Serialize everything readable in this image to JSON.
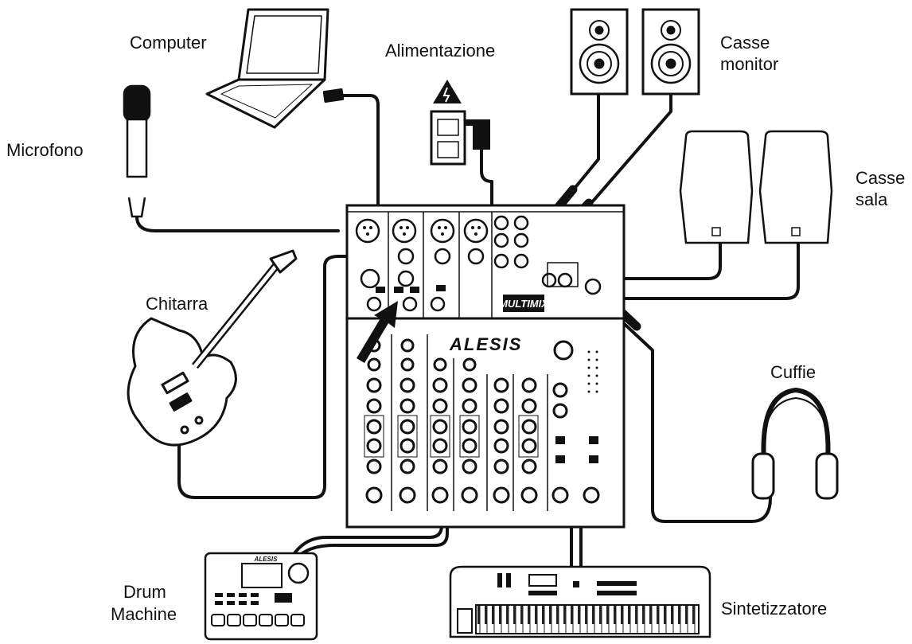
{
  "labels": {
    "computer": "Computer",
    "alimentazione": "Alimentazione",
    "casse_monitor_1": "Casse",
    "casse_monitor_2": "monitor",
    "microfono": "Microfono",
    "casse_sala_1": "Casse",
    "casse_sala_2": "sala",
    "chitarra": "Chitarra",
    "cuffie": "Cuffie",
    "drum_1": "Drum",
    "drum_2": "Machine",
    "sintetizzatore": "Sintetizzatore"
  },
  "mixer": {
    "brand": "ALESIS",
    "model": "MULTIMIX"
  },
  "drum_machine": {
    "brand": "ALESIS"
  }
}
